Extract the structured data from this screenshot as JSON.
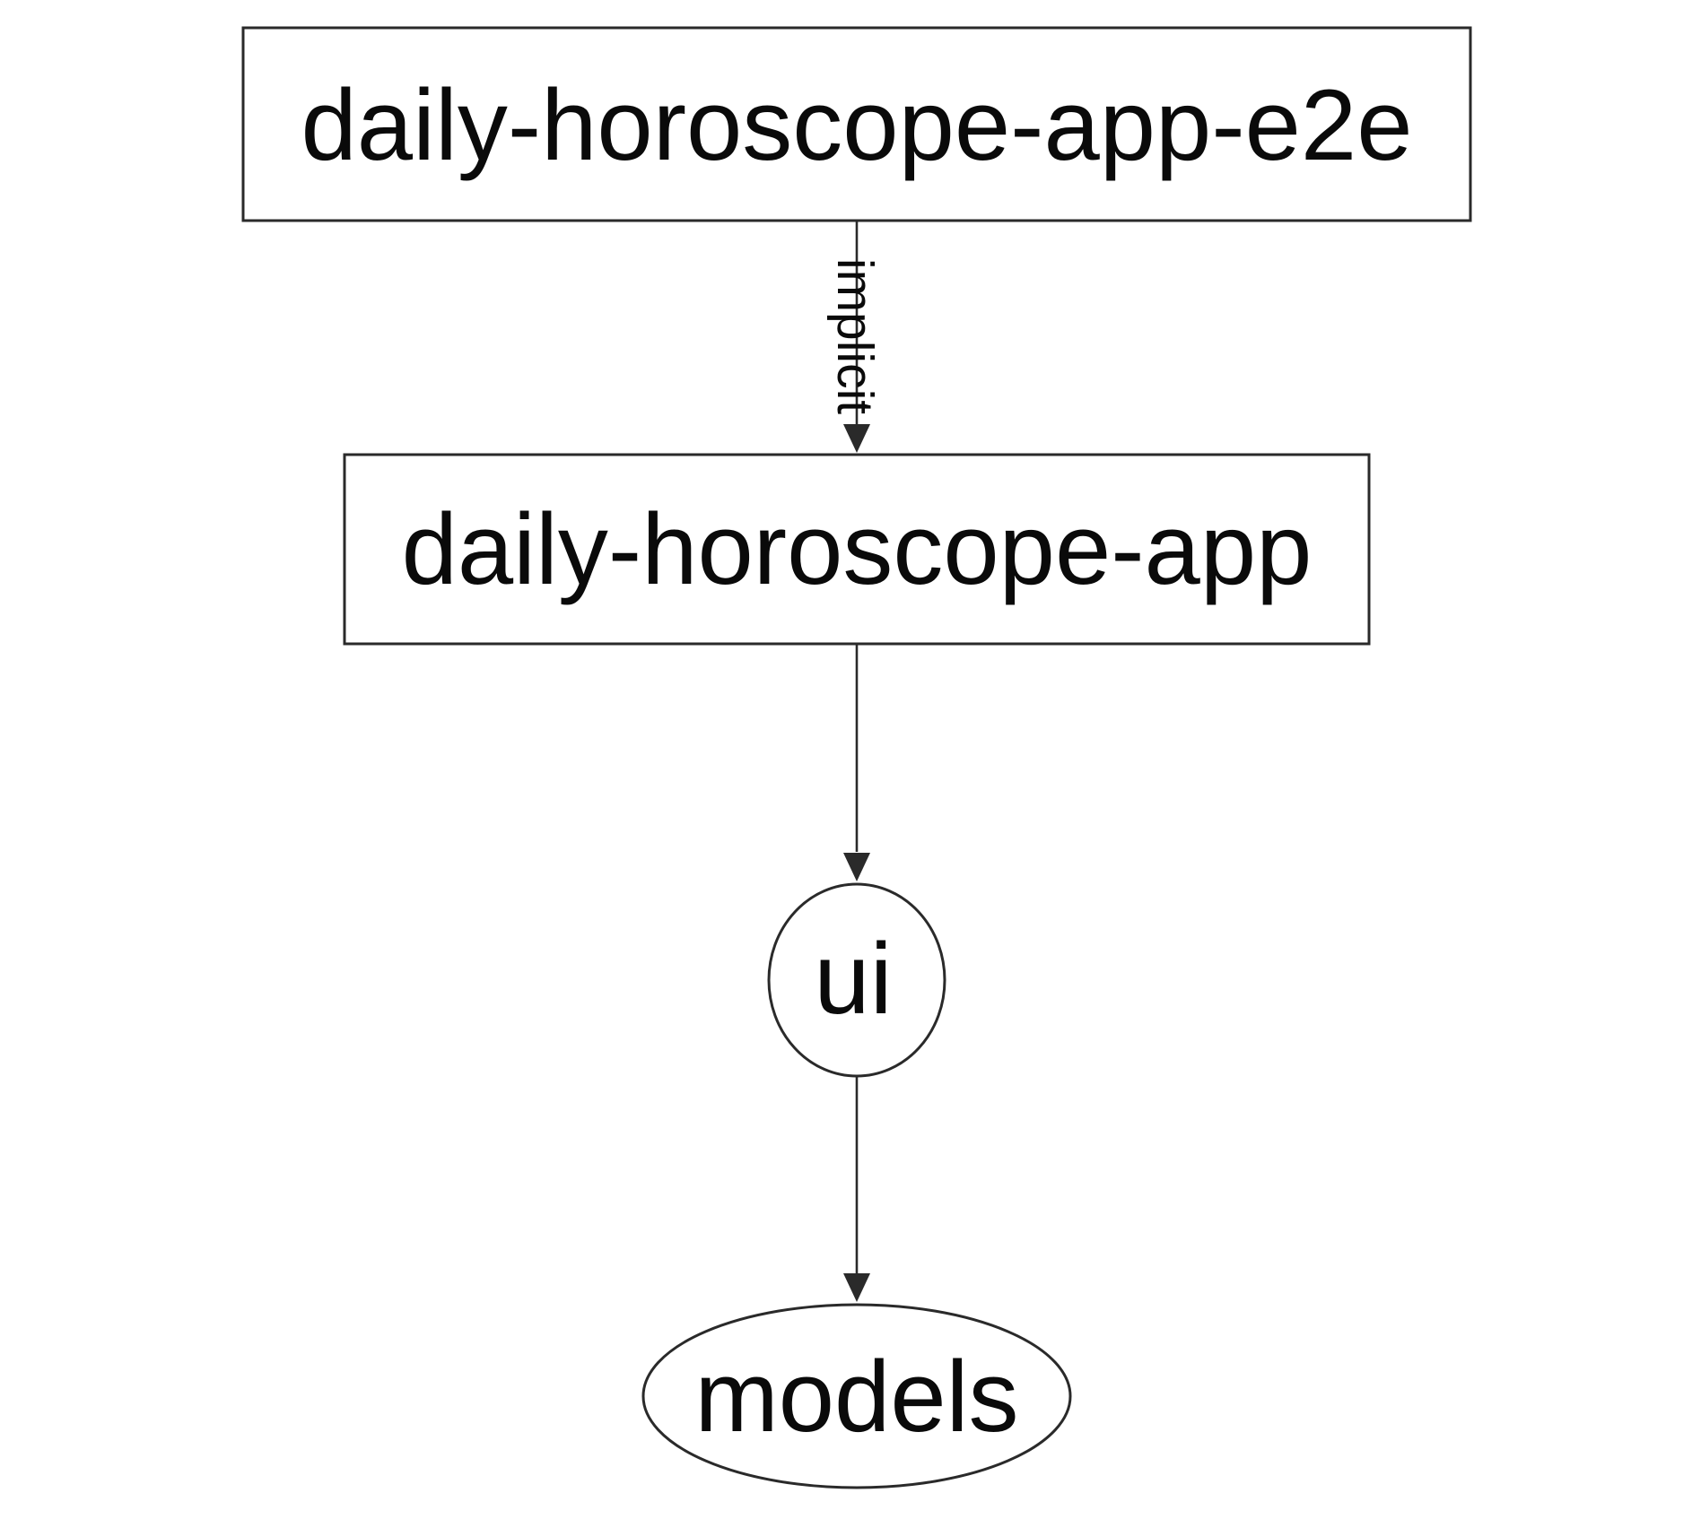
{
  "graph": {
    "type": "dependency-graph",
    "nodes": [
      {
        "id": "daily-horoscope-app-e2e",
        "label": "daily-horoscope-app-e2e",
        "shape": "rectangle"
      },
      {
        "id": "daily-horoscope-app",
        "label": "daily-horoscope-app",
        "shape": "rectangle"
      },
      {
        "id": "ui",
        "label": "ui",
        "shape": "ellipse"
      },
      {
        "id": "models",
        "label": "models",
        "shape": "ellipse"
      }
    ],
    "edges": [
      {
        "from": "daily-horoscope-app-e2e",
        "to": "daily-horoscope-app",
        "label": "implicit"
      },
      {
        "from": "daily-horoscope-app",
        "to": "ui",
        "label": ""
      },
      {
        "from": "ui",
        "to": "models",
        "label": ""
      }
    ],
    "colors": {
      "background": "#ffffff",
      "stroke": "#2a2a2a",
      "text": "#0a0a0a"
    }
  }
}
